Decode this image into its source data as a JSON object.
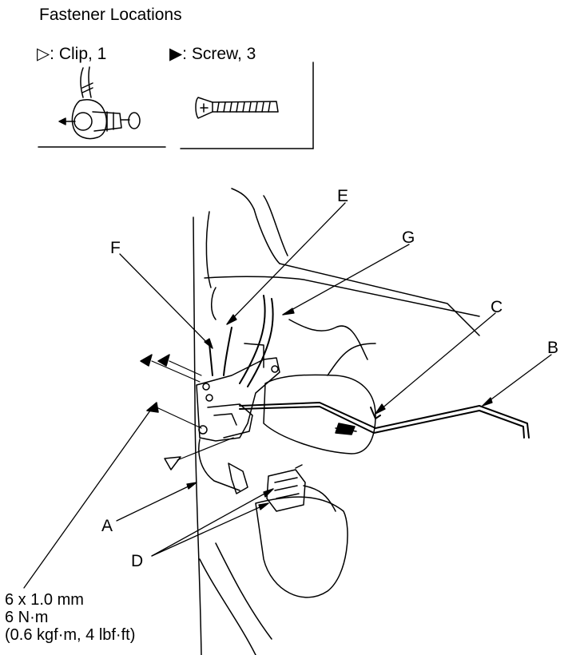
{
  "header": {
    "title": "Fastener Locations"
  },
  "legend": {
    "clip": {
      "symbol": "▷",
      "label": ": Clip, 1"
    },
    "screw": {
      "symbol": "▶",
      "label": ": Screw, 3"
    }
  },
  "callouts": {
    "A": "A",
    "B": "B",
    "C": "C",
    "D": "D",
    "E": "E",
    "F": "F",
    "G": "G"
  },
  "torque_spec": {
    "size": "6 x 1.0 mm",
    "torque": "6 N·m",
    "alt_units": "(0.6 kgf·m, 4 lbf·ft)"
  }
}
